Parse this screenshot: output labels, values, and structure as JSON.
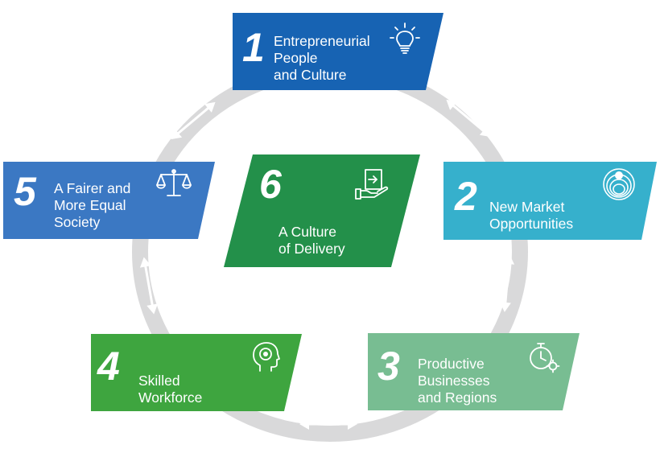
{
  "colors": {
    "ring": "#d9d9da",
    "arrow": "#ffffff",
    "s1": "#1763b3",
    "s2": "#36b0cc",
    "s3": "#78bd92",
    "s4": "#3ea53f",
    "s5": "#3b78c3",
    "s6": "#23904a"
  },
  "steps": [
    {
      "number": "1",
      "lines": [
        "Entrepreneurial",
        "People",
        "and Culture"
      ],
      "icon": "lightbulb-icon"
    },
    {
      "number": "2",
      "lines": [
        "New Market",
        "Opportunities"
      ],
      "icon": "concentric-globe-icon"
    },
    {
      "number": "3",
      "lines": [
        "Productive",
        "Businesses",
        "and Regions"
      ],
      "icon": "stopwatch-gear-icon"
    },
    {
      "number": "4",
      "lines": [
        "Skilled",
        "Workforce"
      ],
      "icon": "head-target-icon"
    },
    {
      "number": "5",
      "lines": [
        "A Fairer and",
        "More Equal",
        "Society"
      ],
      "icon": "scales-icon"
    },
    {
      "number": "6",
      "lines": [
        "A Culture",
        "of Delivery"
      ],
      "icon": "hand-document-icon"
    }
  ]
}
